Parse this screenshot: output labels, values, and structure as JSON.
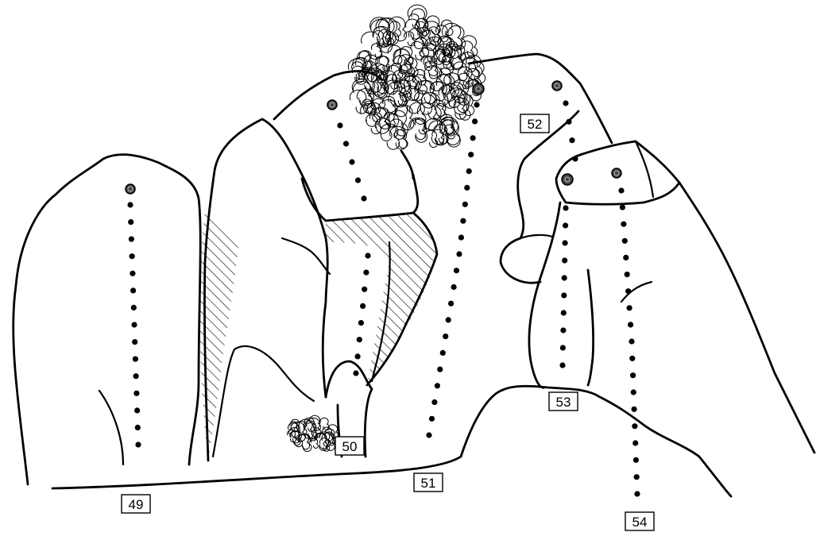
{
  "routes": [
    {
      "number": "49"
    },
    {
      "number": "50"
    },
    {
      "number": "51"
    },
    {
      "number": "52"
    },
    {
      "number": "53"
    },
    {
      "number": "54"
    }
  ]
}
